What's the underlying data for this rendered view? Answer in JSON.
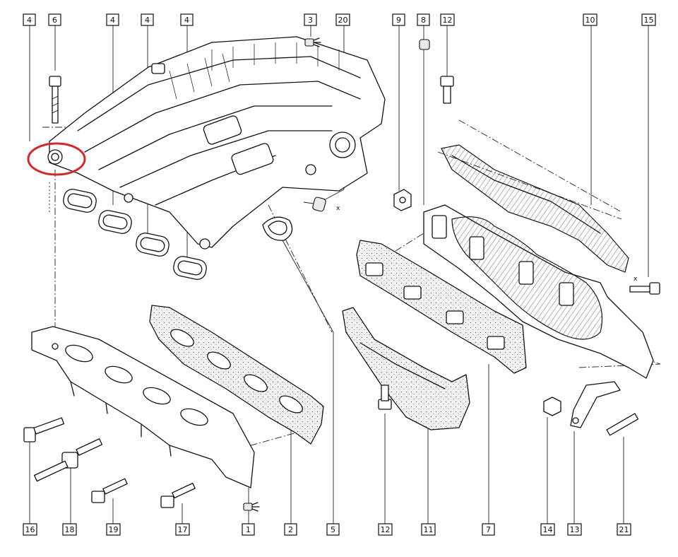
{
  "callouts": [
    {
      "id": "top-1",
      "label": "4"
    },
    {
      "id": "top-2",
      "label": "6"
    },
    {
      "id": "top-3",
      "label": "4"
    },
    {
      "id": "top-4",
      "label": "4"
    },
    {
      "id": "top-5",
      "label": "4"
    },
    {
      "id": "top-6",
      "label": "3"
    },
    {
      "id": "top-7",
      "label": "20"
    },
    {
      "id": "top-8",
      "label": "9"
    },
    {
      "id": "top-9",
      "label": "8"
    },
    {
      "id": "top-10",
      "label": "12"
    },
    {
      "id": "top-11",
      "label": "10"
    },
    {
      "id": "top-12",
      "label": "15"
    },
    {
      "id": "bot-1",
      "label": "16"
    },
    {
      "id": "bot-2",
      "label": "18"
    },
    {
      "id": "bot-3",
      "label": "19"
    },
    {
      "id": "bot-4",
      "label": "17"
    },
    {
      "id": "bot-5",
      "label": "1"
    },
    {
      "id": "bot-6",
      "label": "2"
    },
    {
      "id": "bot-7",
      "label": "5"
    },
    {
      "id": "bot-8",
      "label": "12"
    },
    {
      "id": "bot-9",
      "label": "11"
    },
    {
      "id": "bot-10",
      "label": "7"
    },
    {
      "id": "bot-11",
      "label": "14"
    },
    {
      "id": "bot-12",
      "label": "13"
    },
    {
      "id": "bot-13",
      "label": "21"
    }
  ],
  "axis_marks": [
    "x",
    "x"
  ],
  "colors": {
    "highlight_circle": "#d8262c",
    "ink": "#111111"
  }
}
